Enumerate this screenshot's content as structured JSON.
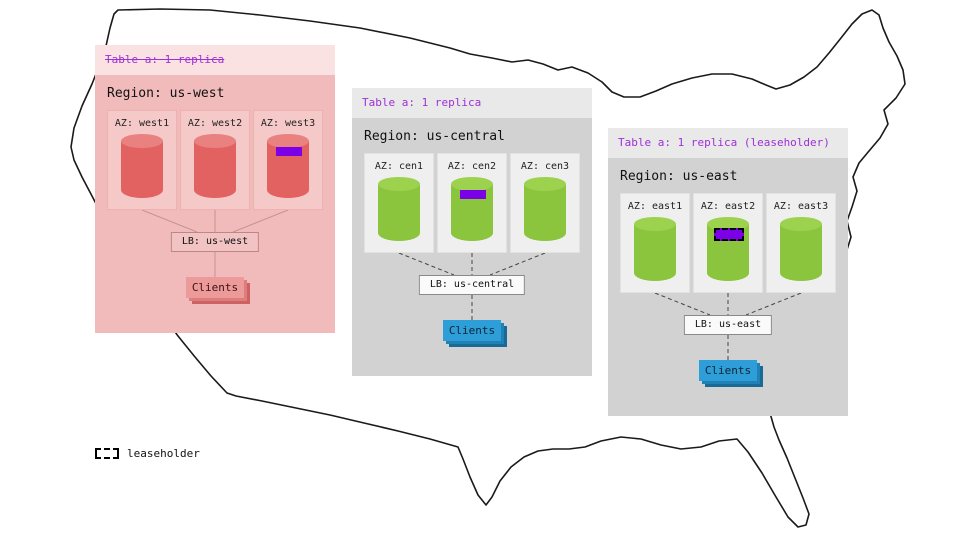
{
  "colors": {
    "purple_header_text": "#9e30d6",
    "replica_marker_purple": "#7b00e8",
    "green_cylinder": "#8bc43d",
    "red_cylinder": "#e26161",
    "clients_blue": "#2d9ed8",
    "clients_pink": "#ec9a9a",
    "inactive_panel_pink": "#f1bbbb",
    "active_panel_gray": "#d2d2d2"
  },
  "legend": {
    "label": "leaseholder"
  },
  "regions": [
    {
      "name": "us-west",
      "table_label": "Table a: 1 replica",
      "table_label_strikethrough": true,
      "region_label": "Region: us-west",
      "azs": [
        {
          "label": "AZ: west1",
          "replica": false,
          "leaseholder": false
        },
        {
          "label": "AZ: west2",
          "replica": false,
          "leaseholder": false
        },
        {
          "label": "AZ: west3",
          "replica": true,
          "leaseholder": false
        }
      ],
      "lb_label": "LB: us-west",
      "clients_label": "Clients"
    },
    {
      "name": "us-central",
      "table_label": "Table a: 1 replica",
      "table_label_strikethrough": false,
      "region_label": "Region: us-central",
      "azs": [
        {
          "label": "AZ: cen1",
          "replica": false,
          "leaseholder": false
        },
        {
          "label": "AZ: cen2",
          "replica": true,
          "leaseholder": false
        },
        {
          "label": "AZ: cen3",
          "replica": false,
          "leaseholder": false
        }
      ],
      "lb_label": "LB: us-central",
      "clients_label": "Clients"
    },
    {
      "name": "us-east",
      "table_label": "Table a: 1 replica (leaseholder)",
      "table_label_strikethrough": false,
      "region_label": "Region: us-east",
      "azs": [
        {
          "label": "AZ: east1",
          "replica": false,
          "leaseholder": false
        },
        {
          "label": "AZ: east2",
          "replica": true,
          "leaseholder": true
        },
        {
          "label": "AZ: east3",
          "replica": false,
          "leaseholder": false
        }
      ],
      "lb_label": "LB: us-east",
      "clients_label": "Clients"
    }
  ]
}
